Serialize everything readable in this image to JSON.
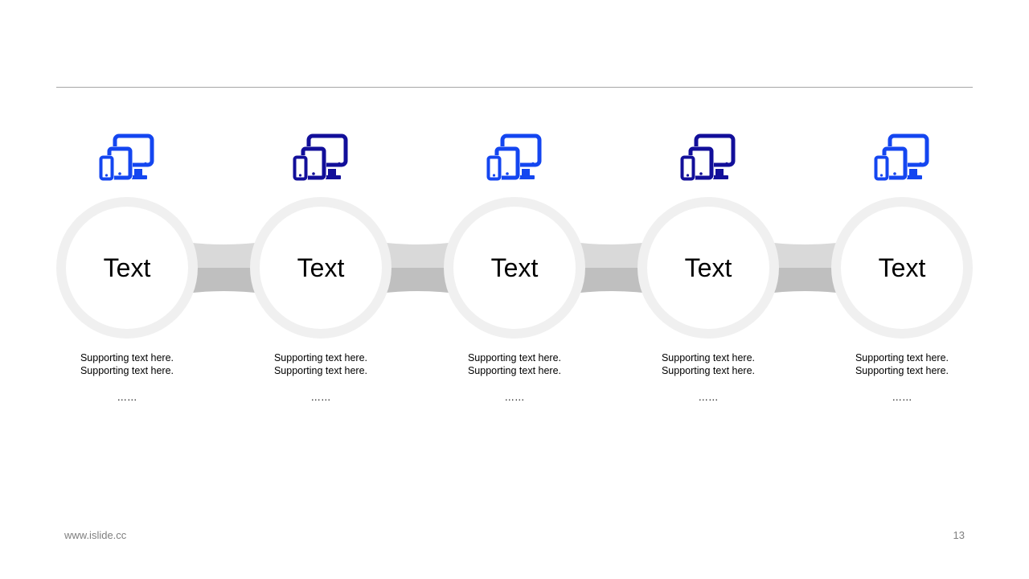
{
  "steps": [
    {
      "title": "Text",
      "description": "Supporting  text here.\nSupporting  text here.",
      "ellipsis": "……",
      "icon": "devices-icon",
      "icon_color": "#1446f0"
    },
    {
      "title": "Text",
      "description": "Supporting  text here.\nSupporting  text here.",
      "ellipsis": "……",
      "icon": "devices-icon",
      "icon_color": "#120f9a"
    },
    {
      "title": "Text",
      "description": "Supporting  text here.\nSupporting  text here.",
      "ellipsis": "……",
      "icon": "devices-icon",
      "icon_color": "#1446f0"
    },
    {
      "title": "Text",
      "description": "Supporting  text here.\nSupporting  text here.",
      "ellipsis": "……",
      "icon": "devices-icon",
      "icon_color": "#120f9a"
    },
    {
      "title": "Text",
      "description": "Supporting  text here.\nSupporting  text here.",
      "ellipsis": "……",
      "icon": "devices-icon",
      "icon_color": "#1446f0"
    }
  ],
  "footer": {
    "url": "www.islide.cc",
    "page_number": "13"
  },
  "colors": {
    "ring": "#f0f0f0",
    "connector_light": "#d9d9d9",
    "connector_dark": "#bfbfbf",
    "rule": "#a6a6a6"
  }
}
